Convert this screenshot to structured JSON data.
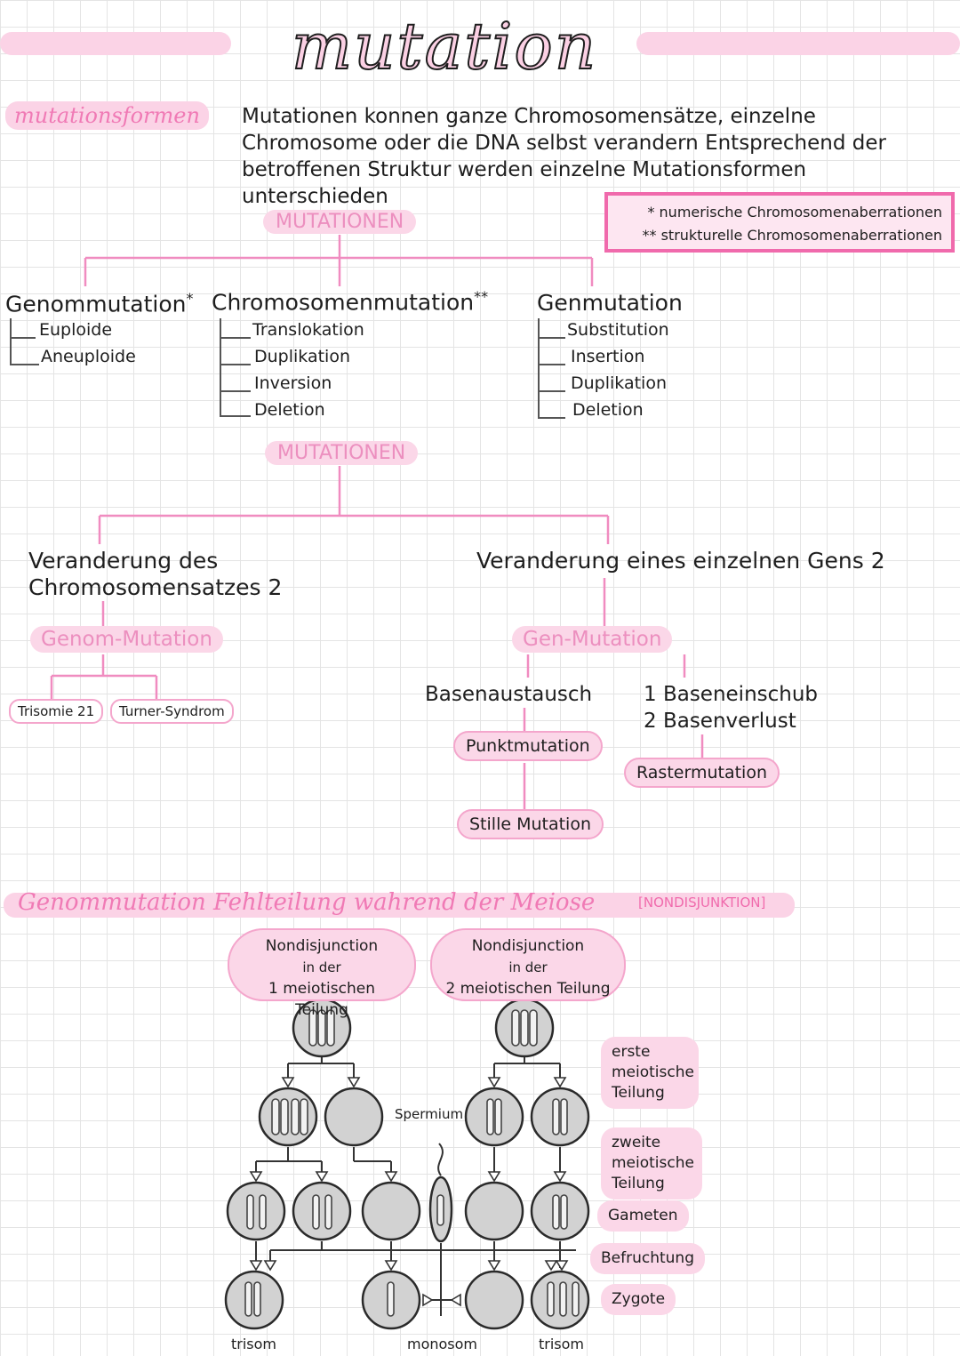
{
  "title": "mutation",
  "section1": {
    "label": "mutationsformen",
    "intro": "Mutationen konnen ganze Chromosomensätze, einzelne Chromosome oder die DNA selbst verandern Entsprechend der betroffenen Struktur werden einzelne Mutationsformen unterschieden"
  },
  "legend": {
    "line1": "* numerische Chromosomenaberrationen",
    "line2": "** strukturelle Chromosomenaberrationen"
  },
  "tree1": {
    "root": "MUTATIONEN",
    "genom": {
      "title": "Genommutation",
      "marker": "*",
      "items": [
        "Euploide",
        "Aneuploide"
      ]
    },
    "chromo": {
      "title": "Chromosomenmutation",
      "marker": "**",
      "items": [
        "Translokation",
        "Duplikation",
        "Inversion",
        "Deletion"
      ]
    },
    "gen": {
      "title": "Genmutation",
      "items": [
        "Substitution",
        "Insertion",
        "Duplikation",
        "Deletion"
      ]
    }
  },
  "tree2": {
    "root": "MUTATIONEN",
    "left": {
      "desc": [
        "Veranderung des",
        "Chromosomensatzes 2"
      ],
      "pill": "Genom-Mutation",
      "examples": [
        "Trisomie 21",
        "Turner-Syndrom"
      ]
    },
    "right": {
      "desc": "Veranderung eines einzelnen Gens 2",
      "pill": "Gen-Mutation",
      "branch1": {
        "label": "Basenaustausch",
        "pill": "Punktmutation",
        "sub": "Stille Mutation"
      },
      "branch2": {
        "lines": [
          "1 Baseneinschub",
          "2 Basenverlust"
        ],
        "pill": "Rastermutation"
      }
    }
  },
  "section3": {
    "heading": "Genommutation Fehlteilung wahrend der Meiose",
    "bracket": "[NONDISJUNKTION]",
    "cloud1": [
      "Nondisjunction",
      "in der",
      "1 meiotischen Teilung"
    ],
    "cloud2": [
      "Nondisjunction",
      "in der",
      "2 meiotischen Teilung"
    ],
    "sperm": "Spermium",
    "tags": {
      "first": [
        "erste",
        "meiotische",
        "Teilung"
      ],
      "second": [
        "zweite",
        "meiotische",
        "Teilung"
      ],
      "gameten": "Gameten",
      "befruchtung": "Befruchtung",
      "zygote": "Zygote"
    },
    "bottom": {
      "left": "trisom",
      "middle": "monosom",
      "right": "trisom"
    }
  },
  "colors": {
    "accent": "#f06aac",
    "pink_fill": "#fbd7e8",
    "cell_fill": "#d2d2d2"
  }
}
